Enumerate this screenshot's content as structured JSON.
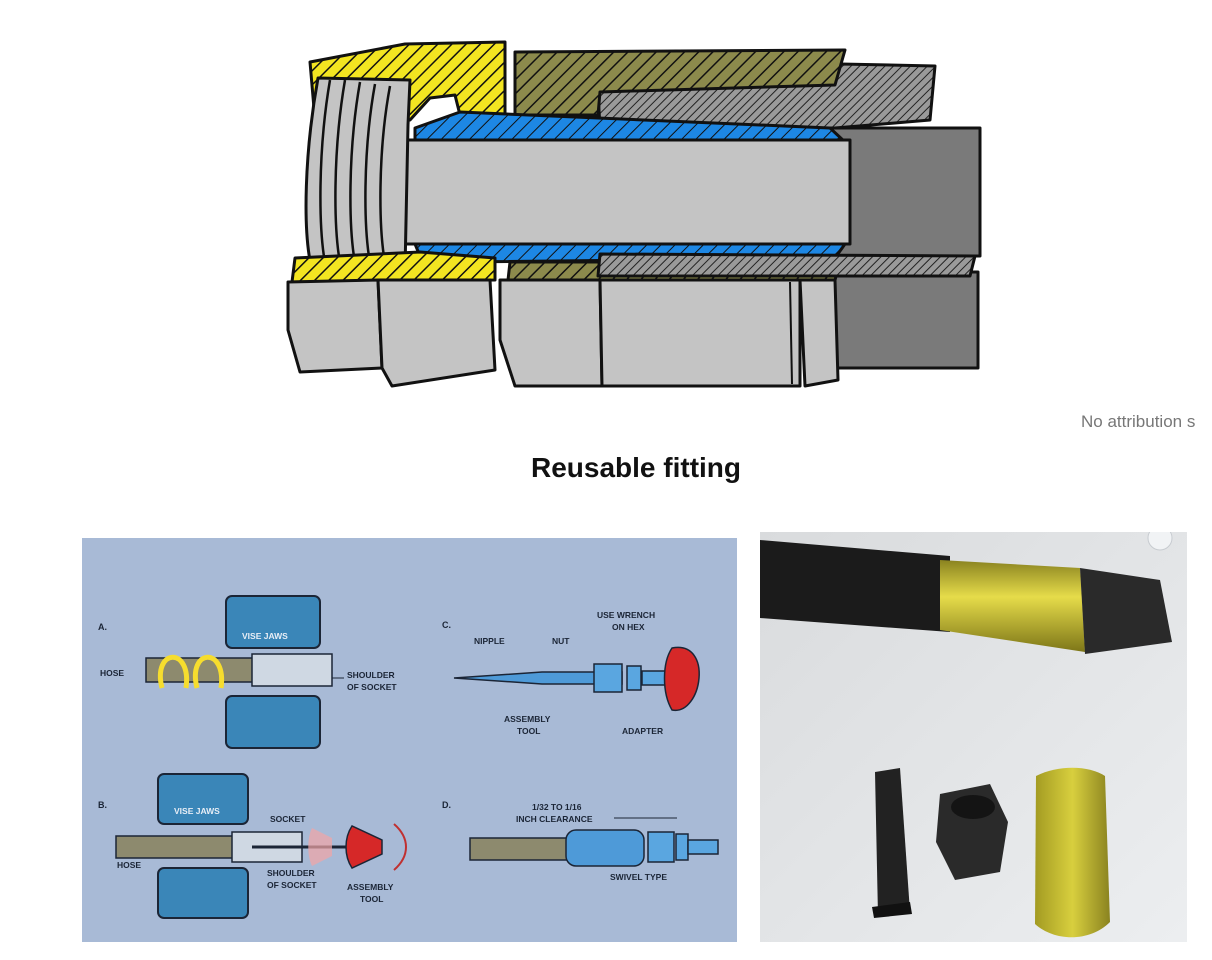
{
  "attribution": "No attribution s",
  "caption": "Reusable fitting",
  "diagram": {
    "steps": {
      "a": "A.",
      "b": "B.",
      "c": "C.",
      "d": "D."
    },
    "labels": {
      "vise_jaws": "VISE JAWS",
      "hose": "HOSE",
      "shoulder": "SHOULDER",
      "of_socket": "OF SOCKET",
      "socket": "SOCKET",
      "assembly": "ASSEMBLY",
      "tool": "TOOL",
      "nipple": "NIPPLE",
      "nut": "NUT",
      "use_wrench": "USE WRENCH",
      "on_hex": "ON HEX",
      "adapter": "ADAPTER",
      "clearance_1": "1/32 TO 1/16",
      "clearance_2": "INCH CLEARANCE",
      "swivel_type": "SWIVEL TYPE"
    }
  },
  "colors": {
    "yellow": "#f3e521",
    "olive": "#8c8a4c",
    "blue": "#1d87e4",
    "gray": "#c4c4c4",
    "dark_gray": "#7a7a7a",
    "diagram_bg": "#a8bad6",
    "gold": "#c8c029"
  }
}
